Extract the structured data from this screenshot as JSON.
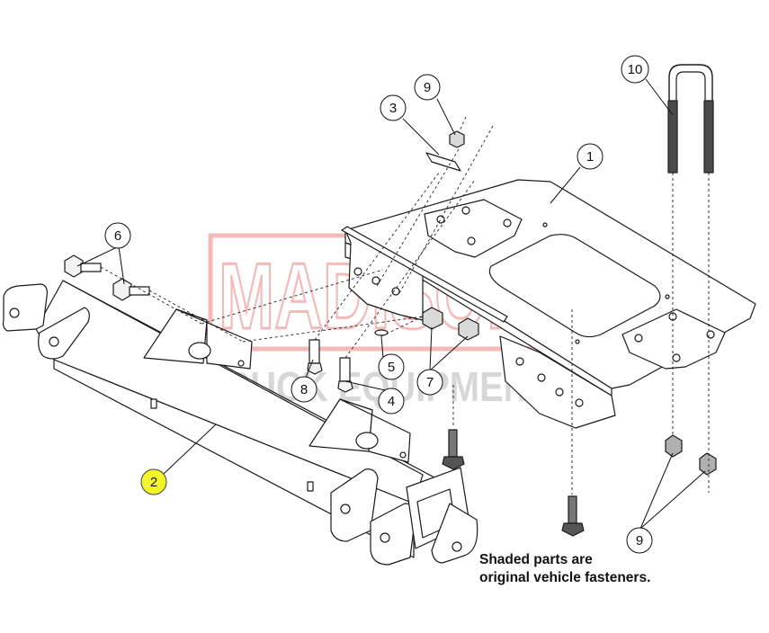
{
  "watermark": {
    "brand": "MADISON",
    "subtitle": "TRUCK EQUIPMENT",
    "brand_color": "#e23b3b",
    "subtitle_color": "#9a9a9a"
  },
  "callouts": {
    "c1": "1",
    "c2": "2",
    "c3": "3",
    "c4": "4",
    "c5": "5",
    "c6": "6",
    "c7": "7",
    "c8": "8",
    "c9a": "9",
    "c9b": "9",
    "c10": "10"
  },
  "highlight_color": "#f4f42a",
  "note": {
    "line1": "Shaded parts are",
    "line2": "original vehicle fasteners."
  }
}
